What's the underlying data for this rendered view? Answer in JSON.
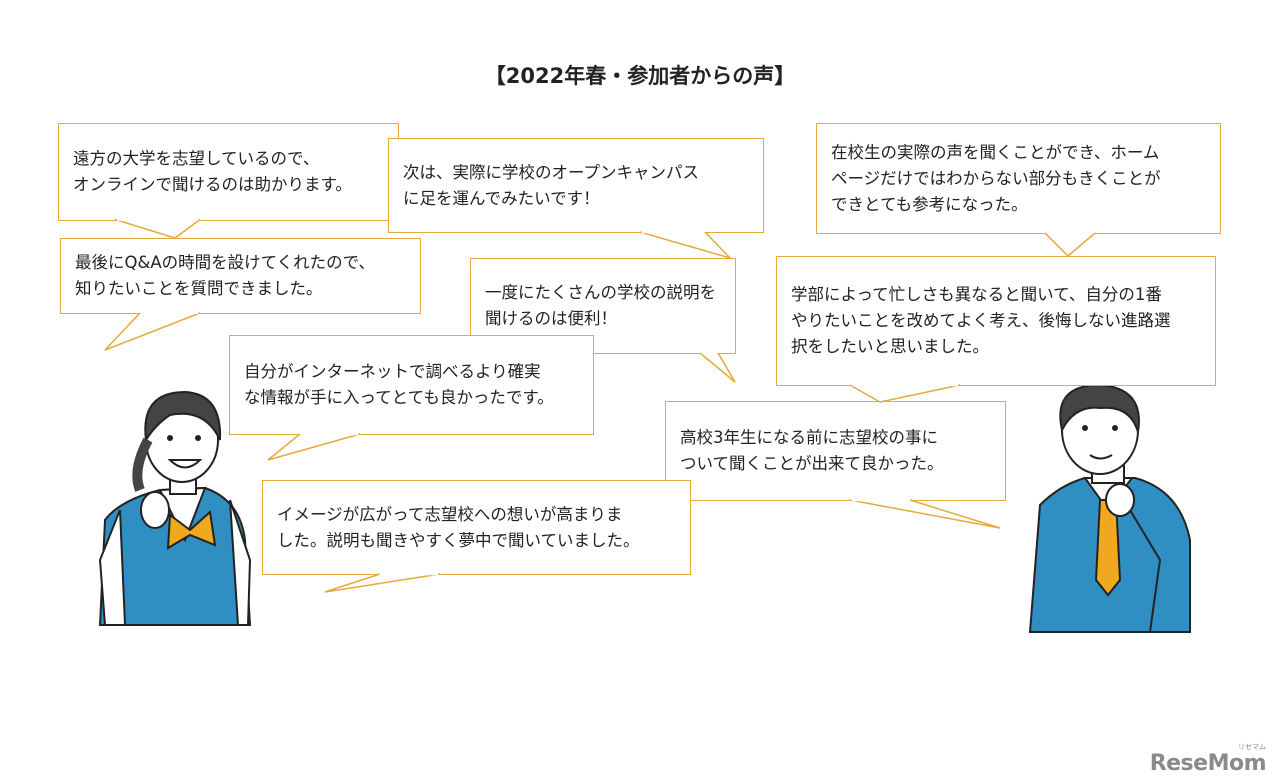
{
  "title": "【2022年春・参加者からの声】",
  "bubbles": [
    {
      "lines": [
        "遠方の大学を志望しているので、",
        "オンラインで聞けるのは助かります。"
      ]
    },
    {
      "lines": [
        "次は、実際に学校のオープンキャンパス",
        "に足を運んでみたいです！"
      ]
    },
    {
      "lines": [
        "在校生の実際の声を聞くことができ、ホーム",
        "ページだけではわからない部分もきくことが",
        "できとても参考になった。"
      ]
    },
    {
      "lines": [
        "最後にQ&Aの時間を設けてくれたので、",
        "知りたいことを質問できました。"
      ]
    },
    {
      "lines": [
        "一度にたくさんの学校の説明を",
        "聞けるのは便利！"
      ]
    },
    {
      "lines": [
        "学部によって忙しさも異なると聞いて、自分の1番",
        "やりたいことを改めてよく考え、後悔しない進路選",
        "択をしたいと思いました。"
      ]
    },
    {
      "lines": [
        "自分がインターネットで調べるより確実",
        "な情報が手に入ってとても良かったです。"
      ]
    },
    {
      "lines": [
        "高校3年生になる前に志望校の事に",
        "ついて聞くことが出来て良かった。"
      ]
    },
    {
      "lines": [
        "イメージが広がって志望校への想いが高まりま",
        "した。説明も聞きやすく夢中で聞いていました。"
      ]
    }
  ],
  "logo": {
    "text": "ReseMom",
    "ruby": "リセマム"
  },
  "colors": {
    "border": "#E6A93A",
    "uniform": "#2F8FC2",
    "tie": "#F0A81E"
  }
}
